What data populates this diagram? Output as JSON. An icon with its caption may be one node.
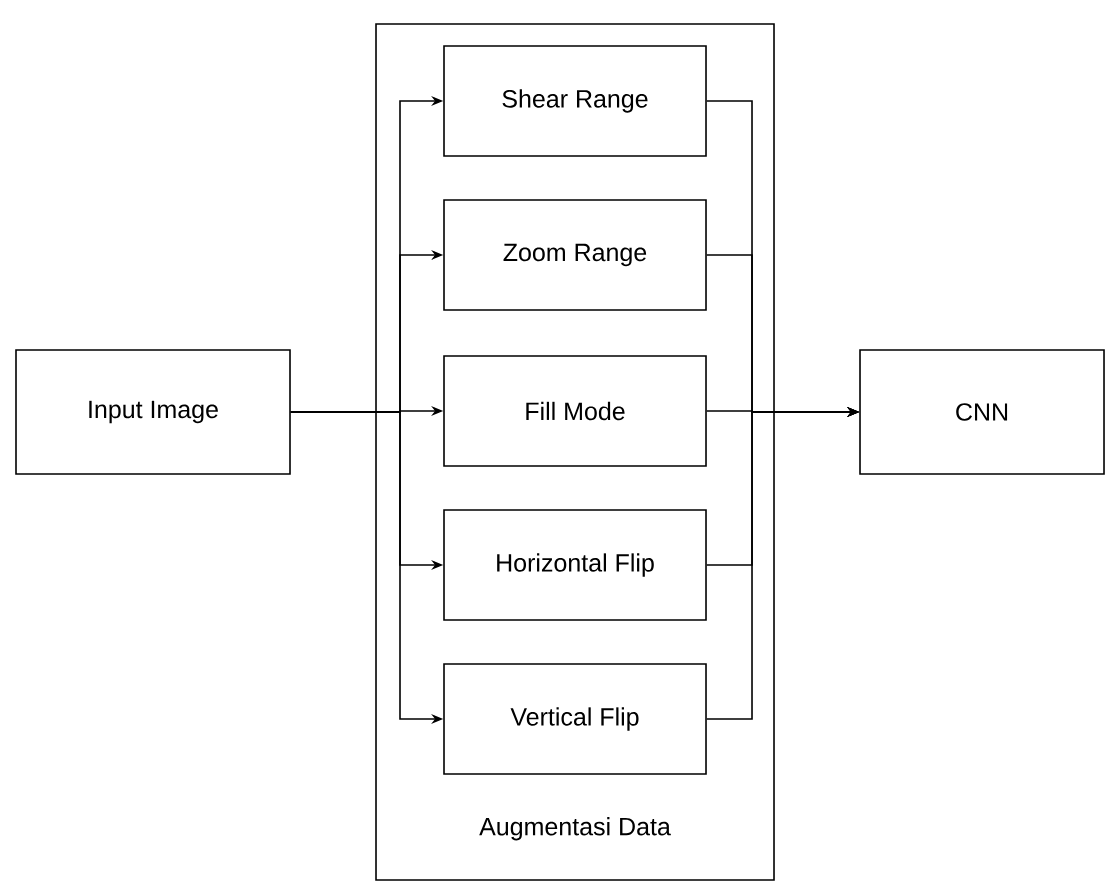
{
  "diagram": {
    "nodes": [
      {
        "text": [
          "Input Image"
        ]
      },
      {
        "text": [
          "Augmentasi Data"
        ]
      },
      {
        "text": [
          "Shear Range"
        ],
        "in": 1
      },
      {
        "text": [
          "Zoom Range"
        ],
        "in": 1
      },
      {
        "text": [
          "Fill Mode"
        ],
        "in": 1
      },
      {
        "text": [
          "Horizontal Flip"
        ],
        "in": 1
      },
      {
        "text": [
          "Vertical Flip"
        ],
        "in": 1
      },
      {
        "text": [
          "CNN"
        ]
      }
    ],
    "edges": [
      {
        "from": 0,
        "to": 2,
        "arrow": "to"
      },
      {
        "from": 0,
        "to": 3,
        "arrow": "to"
      },
      {
        "from": 0,
        "to": 4,
        "arrow": "to"
      },
      {
        "from": 0,
        "to": 5,
        "arrow": "to"
      },
      {
        "from": 0,
        "to": 6,
        "arrow": "to"
      },
      {
        "from": 2,
        "to": 7,
        "arrow": "to"
      },
      {
        "from": 3,
        "to": 7,
        "arrow": "to"
      },
      {
        "from": 4,
        "to": 7,
        "arrow": "to"
      },
      {
        "from": 5,
        "to": 7,
        "arrow": "to"
      },
      {
        "from": 6,
        "to": 7,
        "arrow": "to"
      }
    ]
  }
}
